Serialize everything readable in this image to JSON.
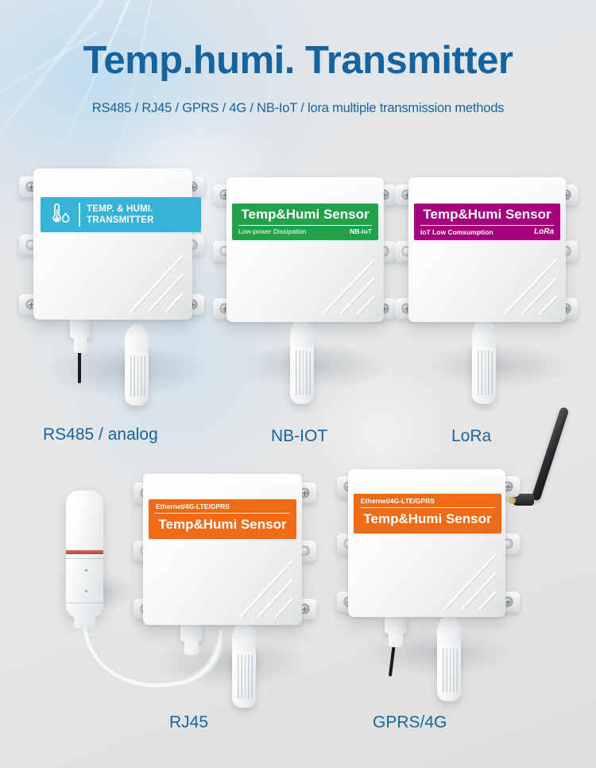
{
  "header": {
    "title": "Temp.humi. Transmitter",
    "subtitle": "RS485 / RJ45 / GPRS / 4G / NB-IoT / lora multiple transmission methods",
    "title_color": "#15639f"
  },
  "colors": {
    "brand_blue": "#15639f",
    "label_cyan": "#35b3d8",
    "label_green": "#22a04a",
    "label_magenta": "#a5007e",
    "label_orange": "#ee6b18",
    "enclosure_white": "#f3f4f4",
    "antenna_black": "#1d2022"
  },
  "products": [
    {
      "id": "rs485-analog",
      "caption": "RS485 / analog",
      "label": {
        "style": "icon-left",
        "color": "#35b3d8",
        "icons": [
          "thermometer-icon",
          "water-drop-icon"
        ],
        "line1": "TEMP. & HUMI.",
        "line2": "TRANSMITTER"
      },
      "features": [
        "cable-gland",
        "black-cable",
        "sensor-probe",
        "mounting-tabs"
      ]
    },
    {
      "id": "nb-iot",
      "caption": "NB-IOT",
      "label": {
        "style": "title-over-rule",
        "color": "#22a04a",
        "title": "Temp&Humi Sensor",
        "sub_left": "Low-power Dissipation",
        "sub_right": "NB-IoT"
      },
      "features": [
        "sensor-probe",
        "mounting-tabs"
      ]
    },
    {
      "id": "lora",
      "caption": "LoRa",
      "label": {
        "style": "title-over-rule",
        "color": "#a5007e",
        "title": "Temp&Humi Sensor",
        "sub_left": "IoT Low Comsumption",
        "sub_right": "LoRa"
      },
      "features": [
        "sensor-probe",
        "mounting-tabs"
      ]
    },
    {
      "id": "rj45",
      "caption": "RJ45",
      "label": {
        "style": "rule-under-sub",
        "color": "#ee6b18",
        "sub_top": "Ethernet/4G-LTE/GPRS",
        "title": "Temp&Humi Sensor"
      },
      "features": [
        "external-probe",
        "white-cable",
        "cable-gland",
        "sensor-probe",
        "mounting-tabs"
      ]
    },
    {
      "id": "gprs-4g",
      "caption": "GPRS/4G",
      "label": {
        "style": "rule-under-sub",
        "color": "#ee6b18",
        "sub_top": "Ethernet/4G-LTE/GPRS",
        "title": "Temp&Humi Sensor"
      },
      "features": [
        "antenna",
        "cable-gland",
        "black-cable",
        "sensor-probe",
        "mounting-tabs"
      ]
    }
  ]
}
